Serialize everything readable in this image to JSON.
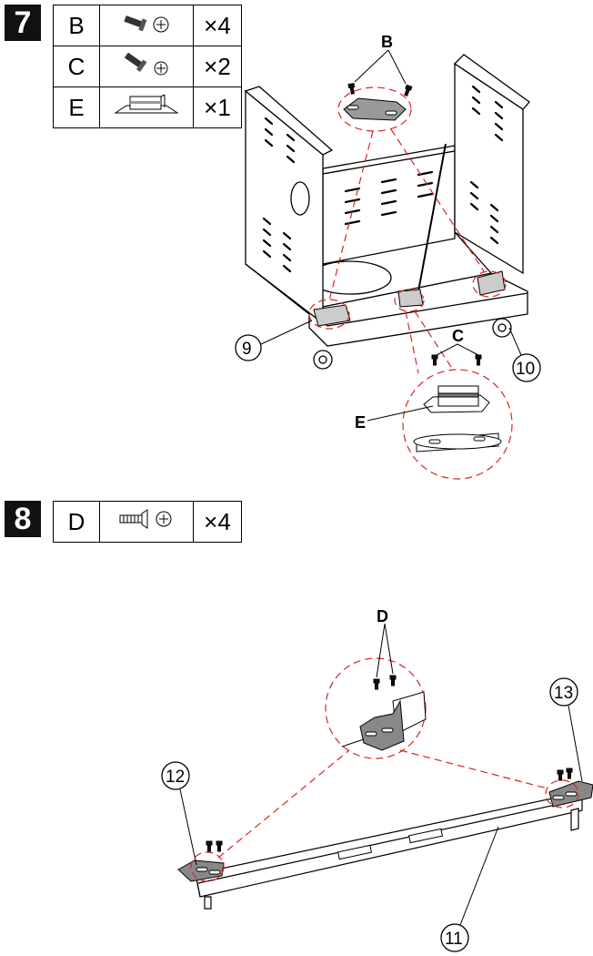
{
  "step7": {
    "number": "7",
    "parts": [
      {
        "code": "B",
        "icon": "screw-with-washer-icon",
        "qty": "×4"
      },
      {
        "code": "C",
        "icon": "screw-with-washer-icon",
        "qty": "×2"
      },
      {
        "code": "E",
        "icon": "magnet-catch-icon",
        "qty": "×1"
      }
    ],
    "callouts": {
      "b": "B",
      "c": "C",
      "e": "E",
      "p9": "9",
      "p10": "10"
    }
  },
  "step8": {
    "number": "8",
    "parts": [
      {
        "code": "D",
        "icon": "long-screw-icon",
        "qty": "×4"
      }
    ],
    "callouts": {
      "d": "D",
      "p11": "11",
      "p12": "12",
      "p13": "13"
    }
  }
}
